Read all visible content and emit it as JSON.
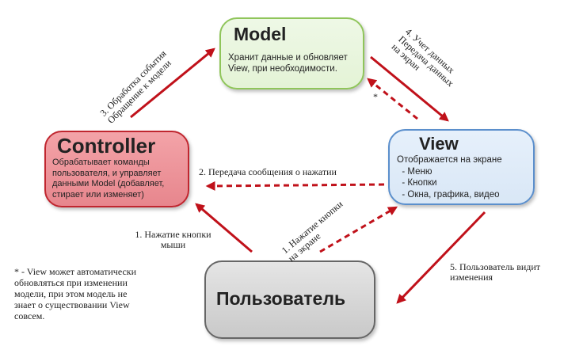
{
  "model": {
    "title": "Model",
    "description": "Хранит данные и обновляет\nView, при необходимости."
  },
  "controller": {
    "title": "Controller",
    "description": "Обрабатывает команды\nпользователя, и управляет\nданными Model (добавляет,\nстирает или изменяет)"
  },
  "view": {
    "title": "View",
    "description": "Отображается на экране\n  - Меню\n  - Кнопки\n  - Окна, графика, видео"
  },
  "user": {
    "title": "Пользователь"
  },
  "labels": {
    "step1_click": "1. Нажатие кнопки\nмыши",
    "step1_screen": "1. Нажатие кнопки\nна экране",
    "step2": "2. Передача сообщения о нажатии",
    "step3": "3. Обработка события\nОбращение к модели",
    "step4": "4. Учет данных\nПередача данных\nна экран",
    "step5": "5. Пользователь видит\nизменения",
    "asterisk": "*"
  },
  "footnote": "* - View может автоматически\nобновляться при изменении\nмодели, при этом модель не\nзнает о существовании View\nсовсем.",
  "colors": {
    "arrow": "#c0111a",
    "model_border": "#8fc55a",
    "controller_fill": "#e98c92",
    "view_border": "#5b8fcc",
    "user_fill": "#d3d3d3"
  }
}
